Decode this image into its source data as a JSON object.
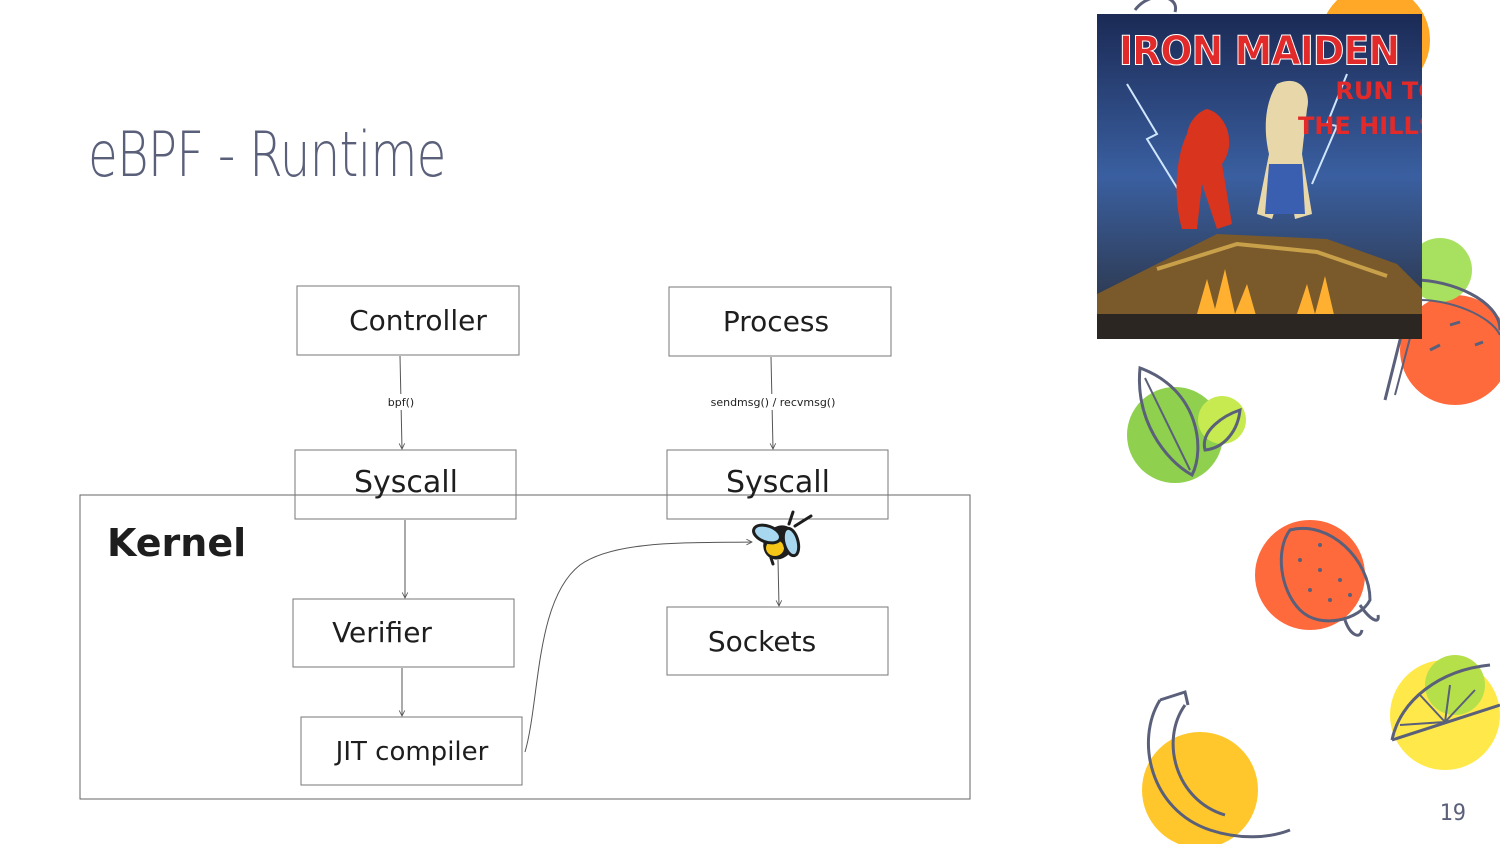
{
  "slide": {
    "title": "eBPF - Runtime",
    "page_number": "19"
  },
  "diagram": {
    "nodes": {
      "controller": "Controller",
      "process": "Process",
      "syscall_left": "Syscall",
      "syscall_right": "Syscall",
      "verifier": "Verifier",
      "jit_compiler": "JIT compiler",
      "sockets": "Sockets"
    },
    "edges": {
      "controller_to_syscall": "bpf()",
      "process_to_syscall": "sendmsg() / recvmsg()"
    },
    "kernel_label": "Kernel"
  },
  "album_art": {
    "band": "IRON MAIDEN",
    "title_line1": "RUN TO",
    "title_line2": "THE HILLS"
  },
  "colors": {
    "title": "#5a5f7a",
    "diagram_stroke": "#1e1e1e",
    "bee_yellow": "#f5c518",
    "bee_wing": "#a8d8f0",
    "fruit_orange": "#ff6a3d",
    "fruit_yellow": "#ffc72c",
    "fruit_green": "#8fd14f",
    "fruit_outline": "#5a5f7a"
  }
}
